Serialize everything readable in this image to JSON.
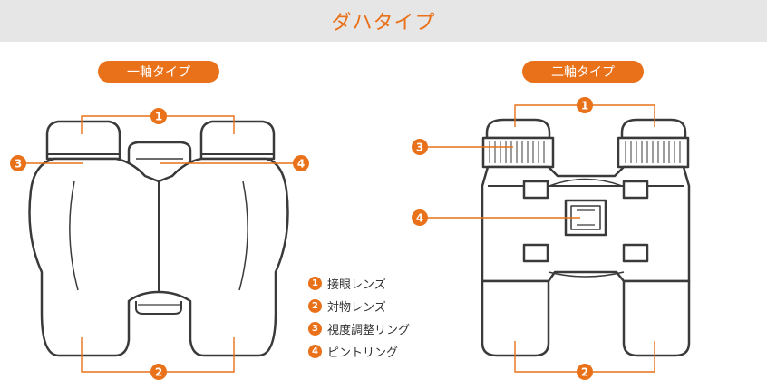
{
  "header": {
    "title": "ダハタイプ"
  },
  "left_panel": {
    "label": "一軸タイプ"
  },
  "right_panel": {
    "label": "二軸タイプ"
  },
  "callout_numbers": {
    "one": "1",
    "two": "2",
    "three": "3",
    "four": "4"
  },
  "legend": {
    "items": [
      {
        "num": "1",
        "label": "接眼レンズ"
      },
      {
        "num": "2",
        "label": "対物レンズ"
      },
      {
        "num": "3",
        "label": "視度調整リング"
      },
      {
        "num": "4",
        "label": "ピントリング"
      }
    ]
  },
  "colors": {
    "accent": "#e8711a",
    "header_bg": "#e6e6e6",
    "outline": "#3a3a3a"
  }
}
